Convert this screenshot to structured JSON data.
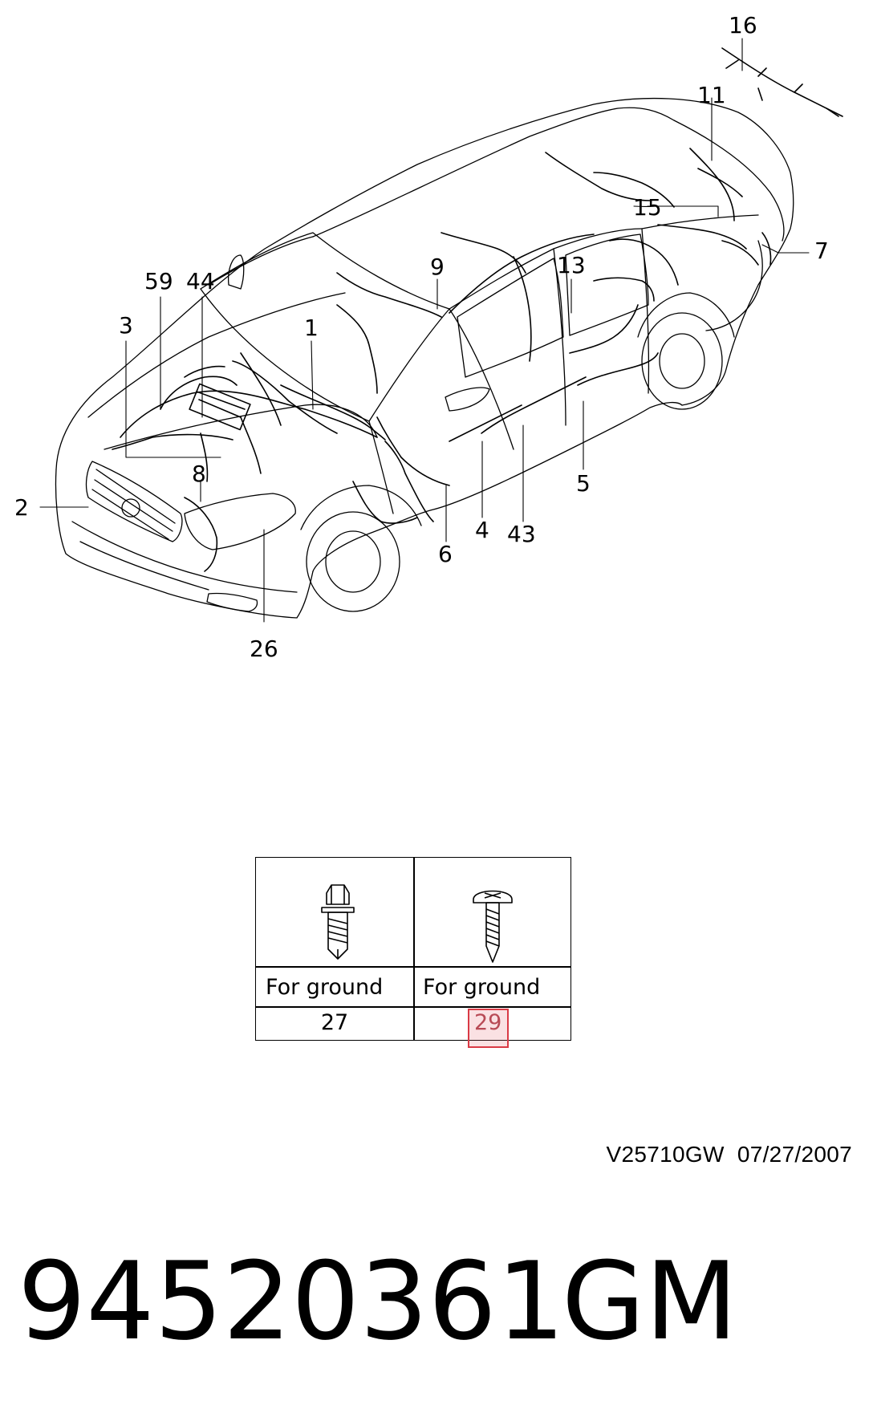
{
  "callouts": [
    {
      "id": "16",
      "label": "16"
    },
    {
      "id": "11",
      "label": "11"
    },
    {
      "id": "15",
      "label": "15"
    },
    {
      "id": "7",
      "label": "7"
    },
    {
      "id": "9",
      "label": "9"
    },
    {
      "id": "13",
      "label": "13"
    },
    {
      "id": "59",
      "label": "59"
    },
    {
      "id": "44",
      "label": "44"
    },
    {
      "id": "3",
      "label": "3"
    },
    {
      "id": "1",
      "label": "1"
    },
    {
      "id": "8",
      "label": "8"
    },
    {
      "id": "2",
      "label": "2"
    },
    {
      "id": "5",
      "label": "5"
    },
    {
      "id": "4",
      "label": "4"
    },
    {
      "id": "43",
      "label": "43"
    },
    {
      "id": "6",
      "label": "6"
    },
    {
      "id": "26",
      "label": "26"
    }
  ],
  "fastener_table": {
    "bolt": {
      "icon": "flange-bolt-icon",
      "label": "For ground",
      "ref": "27"
    },
    "screw": {
      "icon": "tapping-screw-icon",
      "label": "For ground",
      "ref": "29",
      "highlighted": true
    }
  },
  "highlight_color": "#d93a45",
  "revision": "V25710GW  07/27/2007",
  "part_number": "94520361",
  "brand": "GM"
}
